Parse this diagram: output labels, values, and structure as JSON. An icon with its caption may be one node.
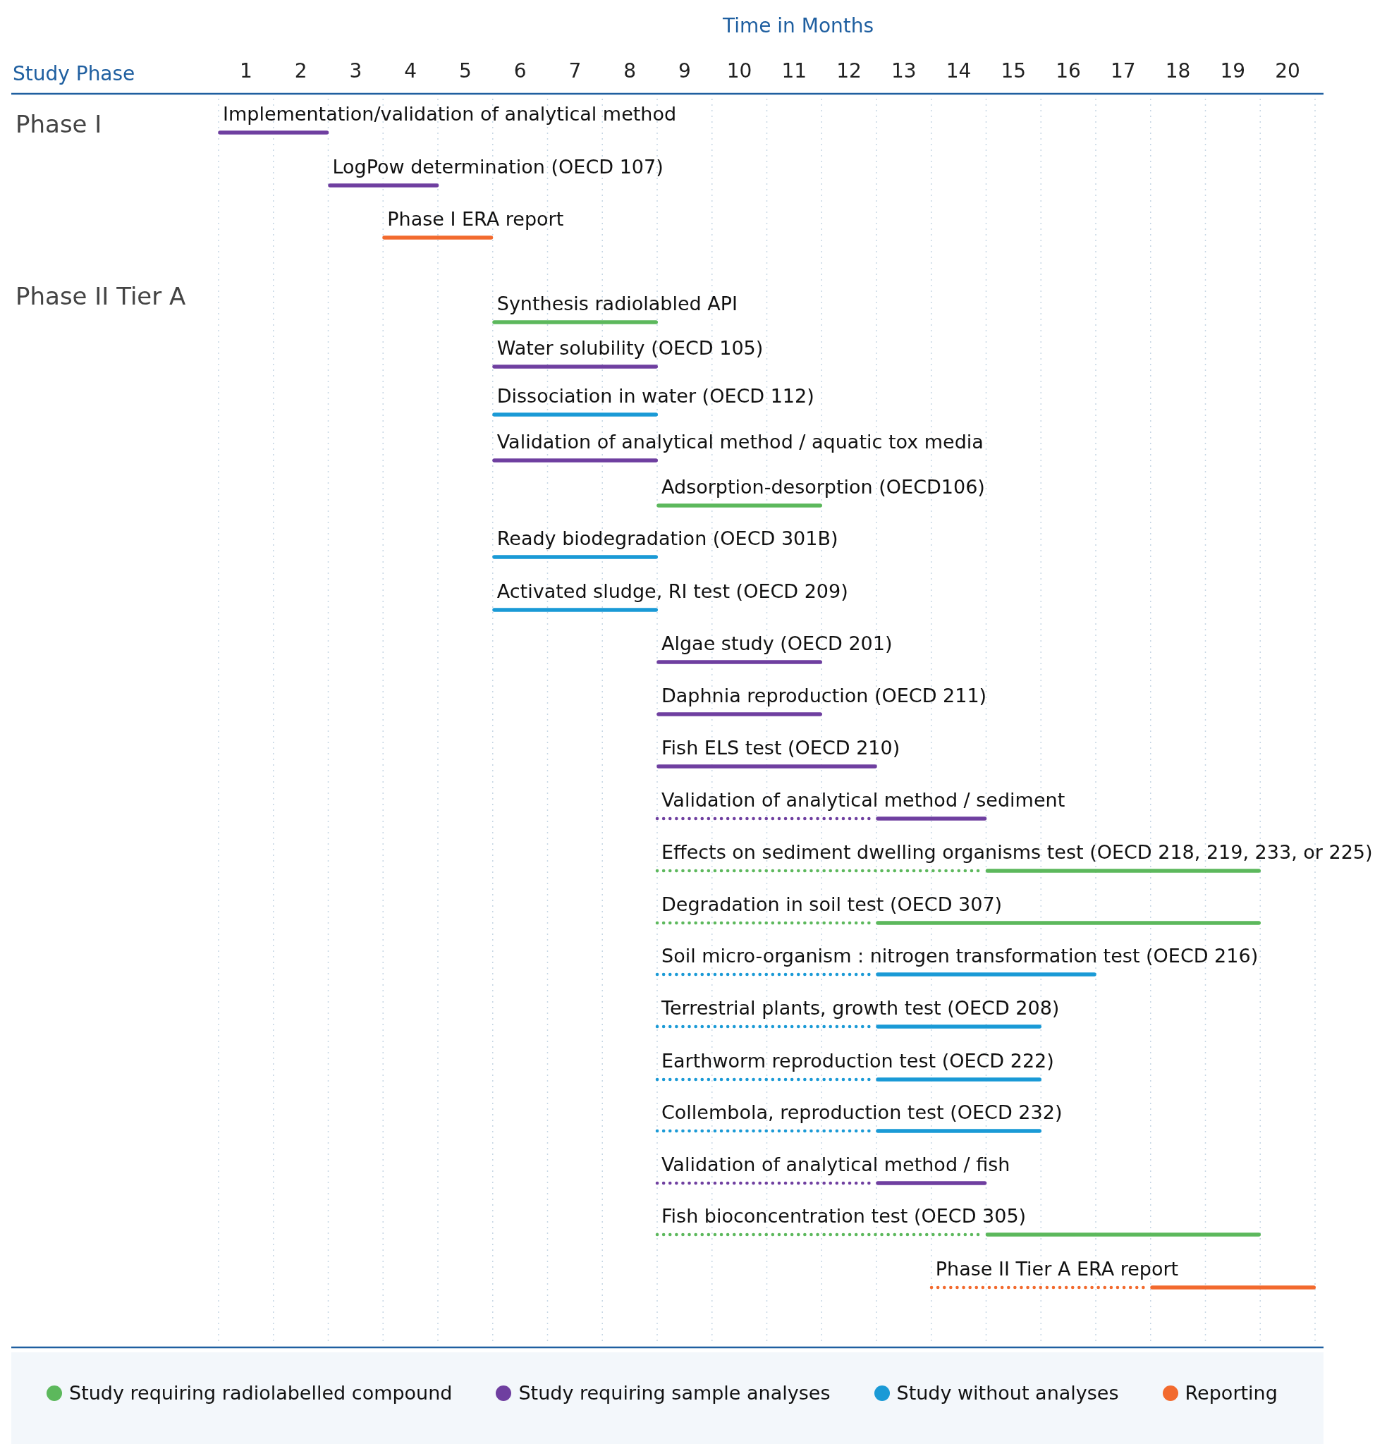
{
  "diagram": {
    "nodes": [
      {
        "text": [
          "Implementation/validation of analytical method"
        ]
      },
      {
        "text": [
          "LogPow determination (OECD 107)"
        ]
      },
      {
        "text": [
          "Phase I ERA report"
        ]
      },
      {
        "text": [
          "Synthesis radiolabled API"
        ]
      },
      {
        "text": [
          "Water solubility (OECD 105)"
        ]
      },
      {
        "text": [
          "Dissociation in water (OECD 112)"
        ]
      },
      {
        "text": [
          "Validation of analytical method / aquatic tox media"
        ]
      },
      {
        "text": [
          "Adsorption-desorption (OECD106)"
        ]
      },
      {
        "text": [
          "Ready biodegradation (OECD 301B)"
        ]
      },
      {
        "text": [
          "Activated sludge, RI test (OECD 209)"
        ]
      },
      {
        "text": [
          "Algae study (OECD 201)"
        ]
      },
      {
        "text": [
          "Daphnia reproduction (OECD 211)"
        ]
      },
      {
        "text": [
          "Fish ELS test (OECD 210)"
        ]
      },
      {
        "text": [
          "Validation of analytical method / sediment"
        ]
      },
      {
        "text": [
          "Effects on sediment dwelling organisms test (OECD 218, 219, 233, or 225)"
        ]
      },
      {
        "text": [
          "Degradation in soil test (OECD 307)"
        ]
      },
      {
        "text": [
          "Soil micro-organism : nitrogen transformation test (OECD 216)"
        ]
      },
      {
        "text": [
          "Terrestrial plants, growth test (OECD 208)"
        ]
      },
      {
        "text": [
          "Earthworm reproduction test (OECD 222)"
        ]
      },
      {
        "text": [
          "Collembola, reproduction test (OECD 232)"
        ]
      },
      {
        "text": [
          "Validation of analytical method / fish"
        ]
      },
      {
        "text": [
          "Fish bioconcentration test (OECD 305)"
        ]
      },
      {
        "text": [
          "Phase II Tier A ERA report"
        ]
      }
    ],
    "labels": [
      "Time in Months",
      "Study Phase",
      "1",
      "2",
      "3",
      "4",
      "5",
      "6",
      "7",
      "8",
      "9",
      "10",
      "11",
      "12",
      "13",
      "14",
      "15",
      "16",
      "17",
      "18",
      "19",
      "20",
      "Phase I",
      "Phase II Tier A"
    ],
    "legend": [
      {
        "text": "Study requiring radiolabelled compound",
        "color": "#5cb85c"
      },
      {
        "text": "Study requiring sample analyses",
        "color": "#6f3fa0"
      },
      {
        "text": "Study without analyses",
        "color": "#1a9ad6"
      },
      {
        "text": "Reporting",
        "color": "#f26a2e"
      }
    ]
  }
}
